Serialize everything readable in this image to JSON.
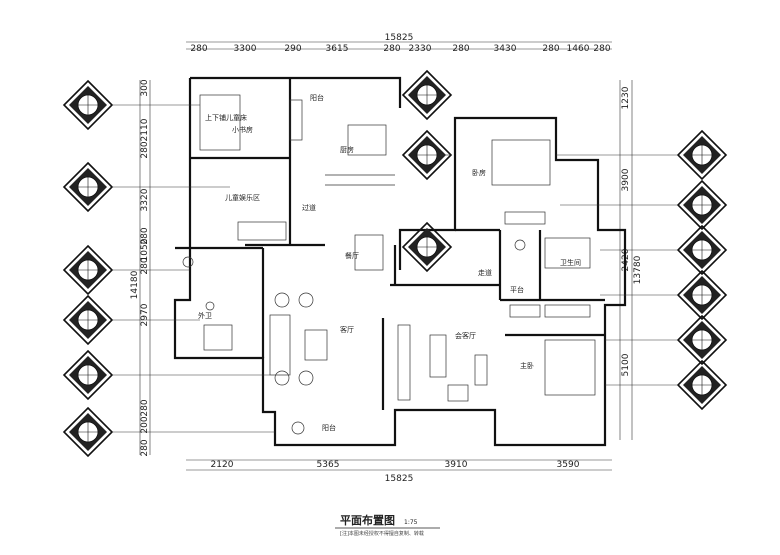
{
  "drawing": {
    "title": "平面布置图",
    "scale": "1:75",
    "subtitle": "[注]本图未经授权不得擅自复制、转载"
  },
  "dimensions": {
    "top_total": "15825",
    "top_segments": [
      "280",
      "3300",
      "290",
      "3615",
      "280",
      "2330",
      "280",
      "3430",
      "280",
      "1460",
      "280"
    ],
    "bottom_total": "15825",
    "bottom_segments": [
      "2120",
      "5365",
      "3910",
      "3590"
    ],
    "left_total": "14180",
    "left_segments": [
      "300",
      "2110",
      "280",
      "3320",
      "280",
      "1050",
      "280",
      "2970",
      "280",
      "200",
      "280"
    ],
    "right_outer_total": "13780",
    "right_segments": [
      "1230",
      "3900",
      "2420",
      "5100"
    ]
  },
  "rooms": {
    "study": "小书房",
    "kids_play": "儿童娱乐区",
    "bunk": "上下铺儿童床",
    "kitchen": "厨房",
    "balcony_top": "阳台",
    "bedroom": "卧房",
    "bath": "卫生间",
    "walkway": "过道",
    "dining": "餐厅",
    "living": "客厅",
    "guest_wc": "外卫",
    "master": "主卧",
    "lounge": "会客厅",
    "terrace": "阳台",
    "corridor": "走道",
    "platform": "平台"
  }
}
